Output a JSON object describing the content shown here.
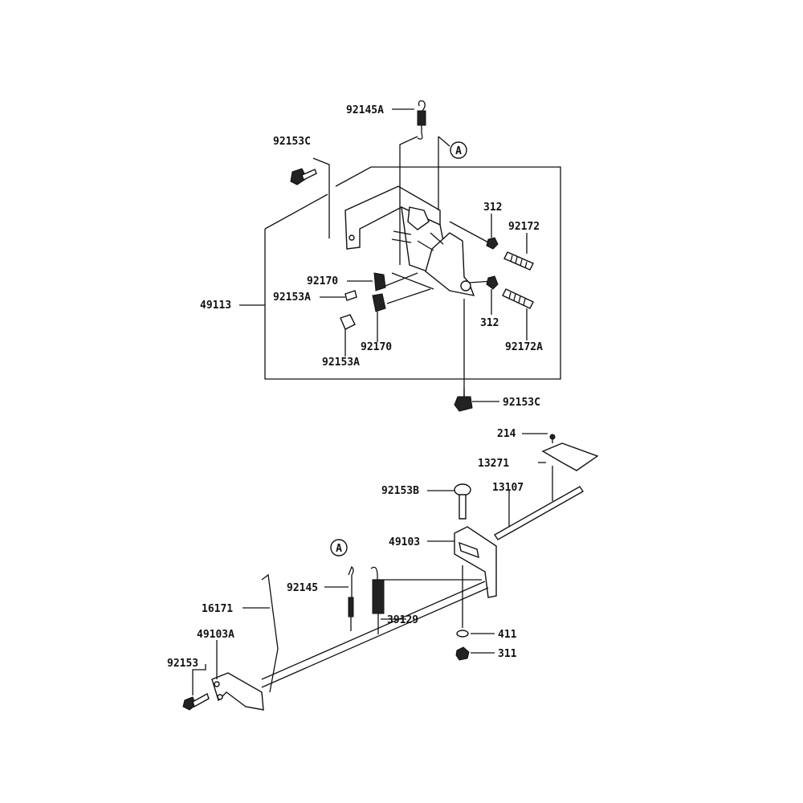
{
  "callouts": {
    "c92145A": "92145A",
    "c92153C_top": "92153C",
    "c312_top": "312",
    "c92172": "92172",
    "c92170_top": "92170",
    "c92153A_mid": "92153A",
    "c49113": "49113",
    "c312_bot": "312",
    "c92170_bot": "92170",
    "c92172A": "92172A",
    "c92153A_bot": "92153A",
    "c92153C_bot": "92153C",
    "c214": "214",
    "c13271": "13271",
    "c92153B": "92153B",
    "c13107": "13107",
    "c49103": "49103",
    "c92145": "92145",
    "c16171": "16171",
    "c39129": "39129",
    "c49103A": "49103A",
    "c411": "411",
    "c92153": "92153",
    "c311": "311"
  },
  "refs": {
    "ref_a_top": "A",
    "ref_a_bot": "A"
  }
}
